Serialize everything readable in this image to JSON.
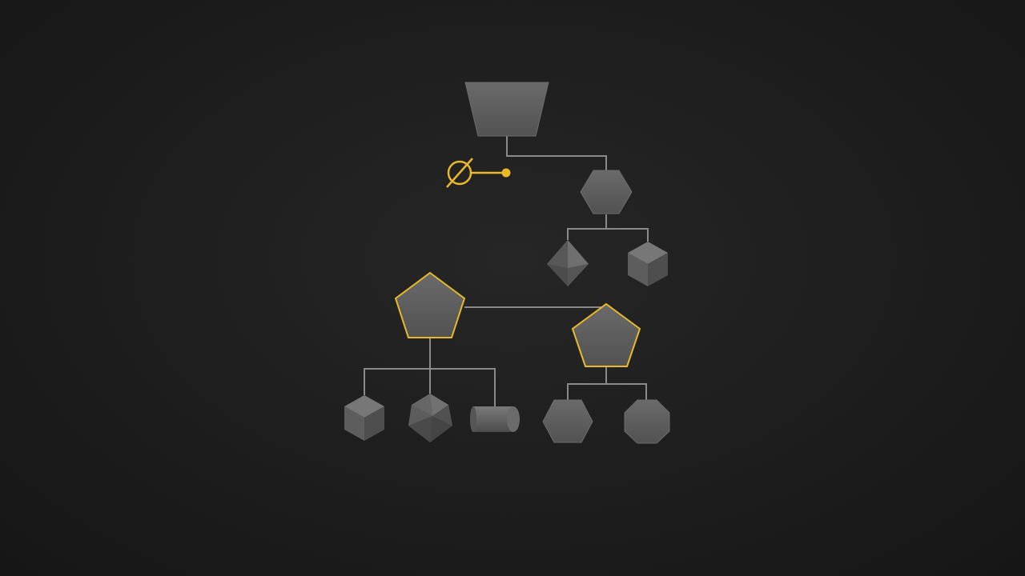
{
  "diagram": {
    "kind": "tree",
    "colors": {
      "background": "#1c1c1c",
      "connector": "#8a8a8a",
      "node_fill": "#5e5e5e",
      "highlight": "#e8b928"
    },
    "root": {
      "shape": "trapezoid",
      "highlighted": false
    },
    "null_marker": {
      "icon": "empty-set-icon",
      "highlighted": true
    },
    "nodes": [
      {
        "id": "hexagon-node",
        "shape": "hexagon",
        "parent": "root",
        "highlighted": false
      },
      {
        "id": "octahedron-node-a",
        "shape": "octahedron",
        "parent": "hexagon-node",
        "highlighted": false
      },
      {
        "id": "cube-node-a",
        "shape": "cube",
        "parent": "hexagon-node",
        "highlighted": false
      },
      {
        "id": "pentagon-node-left",
        "shape": "pentagon",
        "parent": null,
        "highlighted": true
      },
      {
        "id": "pentagon-node-right",
        "shape": "pentagon",
        "parent": "pentagon-node-left",
        "highlighted": true
      },
      {
        "id": "cube-node-b",
        "shape": "cube",
        "parent": "pentagon-node-left",
        "highlighted": false
      },
      {
        "id": "polyhedron-node",
        "shape": "polyhedron",
        "parent": "pentagon-node-left",
        "highlighted": false
      },
      {
        "id": "cylinder-node",
        "shape": "cylinder",
        "parent": "pentagon-node-left",
        "highlighted": false
      },
      {
        "id": "hexagon-node-b",
        "shape": "hexagon",
        "parent": "pentagon-node-right",
        "highlighted": false
      },
      {
        "id": "octagon-node",
        "shape": "octagon",
        "parent": "pentagon-node-right",
        "highlighted": false
      }
    ]
  }
}
